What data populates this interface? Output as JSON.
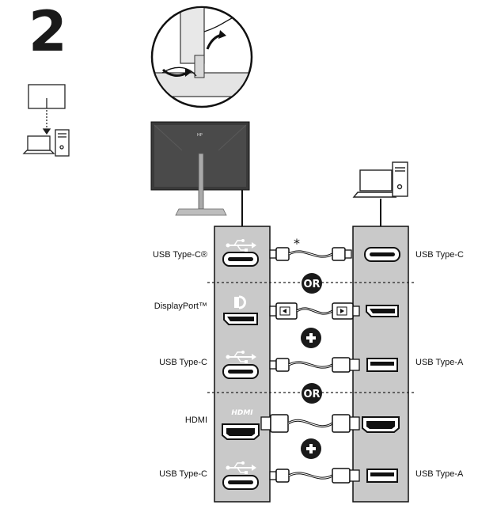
{
  "step": {
    "number": "2"
  },
  "labels": {
    "left": [
      "USB Type-C®",
      "DisplayPort™",
      "USB Type-C",
      "HDMI",
      "USB Type-C"
    ],
    "right": [
      "USB Type-C",
      "USB Type-A",
      "USB Type-A"
    ]
  },
  "separators": {
    "or_text": "OR"
  },
  "footnote_mark": "*",
  "port_icons": {
    "hdmi_logo": "HDMI",
    "monitor_brand": "HP"
  },
  "colors": {
    "panel": "#c9c9c9",
    "dark": "#1a1a1a",
    "monitor_screen": "#3a3a3a"
  },
  "icons": [
    "monitor-to-computer-icon",
    "cable-routing-detail",
    "usb-symbol-icon",
    "displayport-symbol-icon",
    "plus-icon"
  ]
}
